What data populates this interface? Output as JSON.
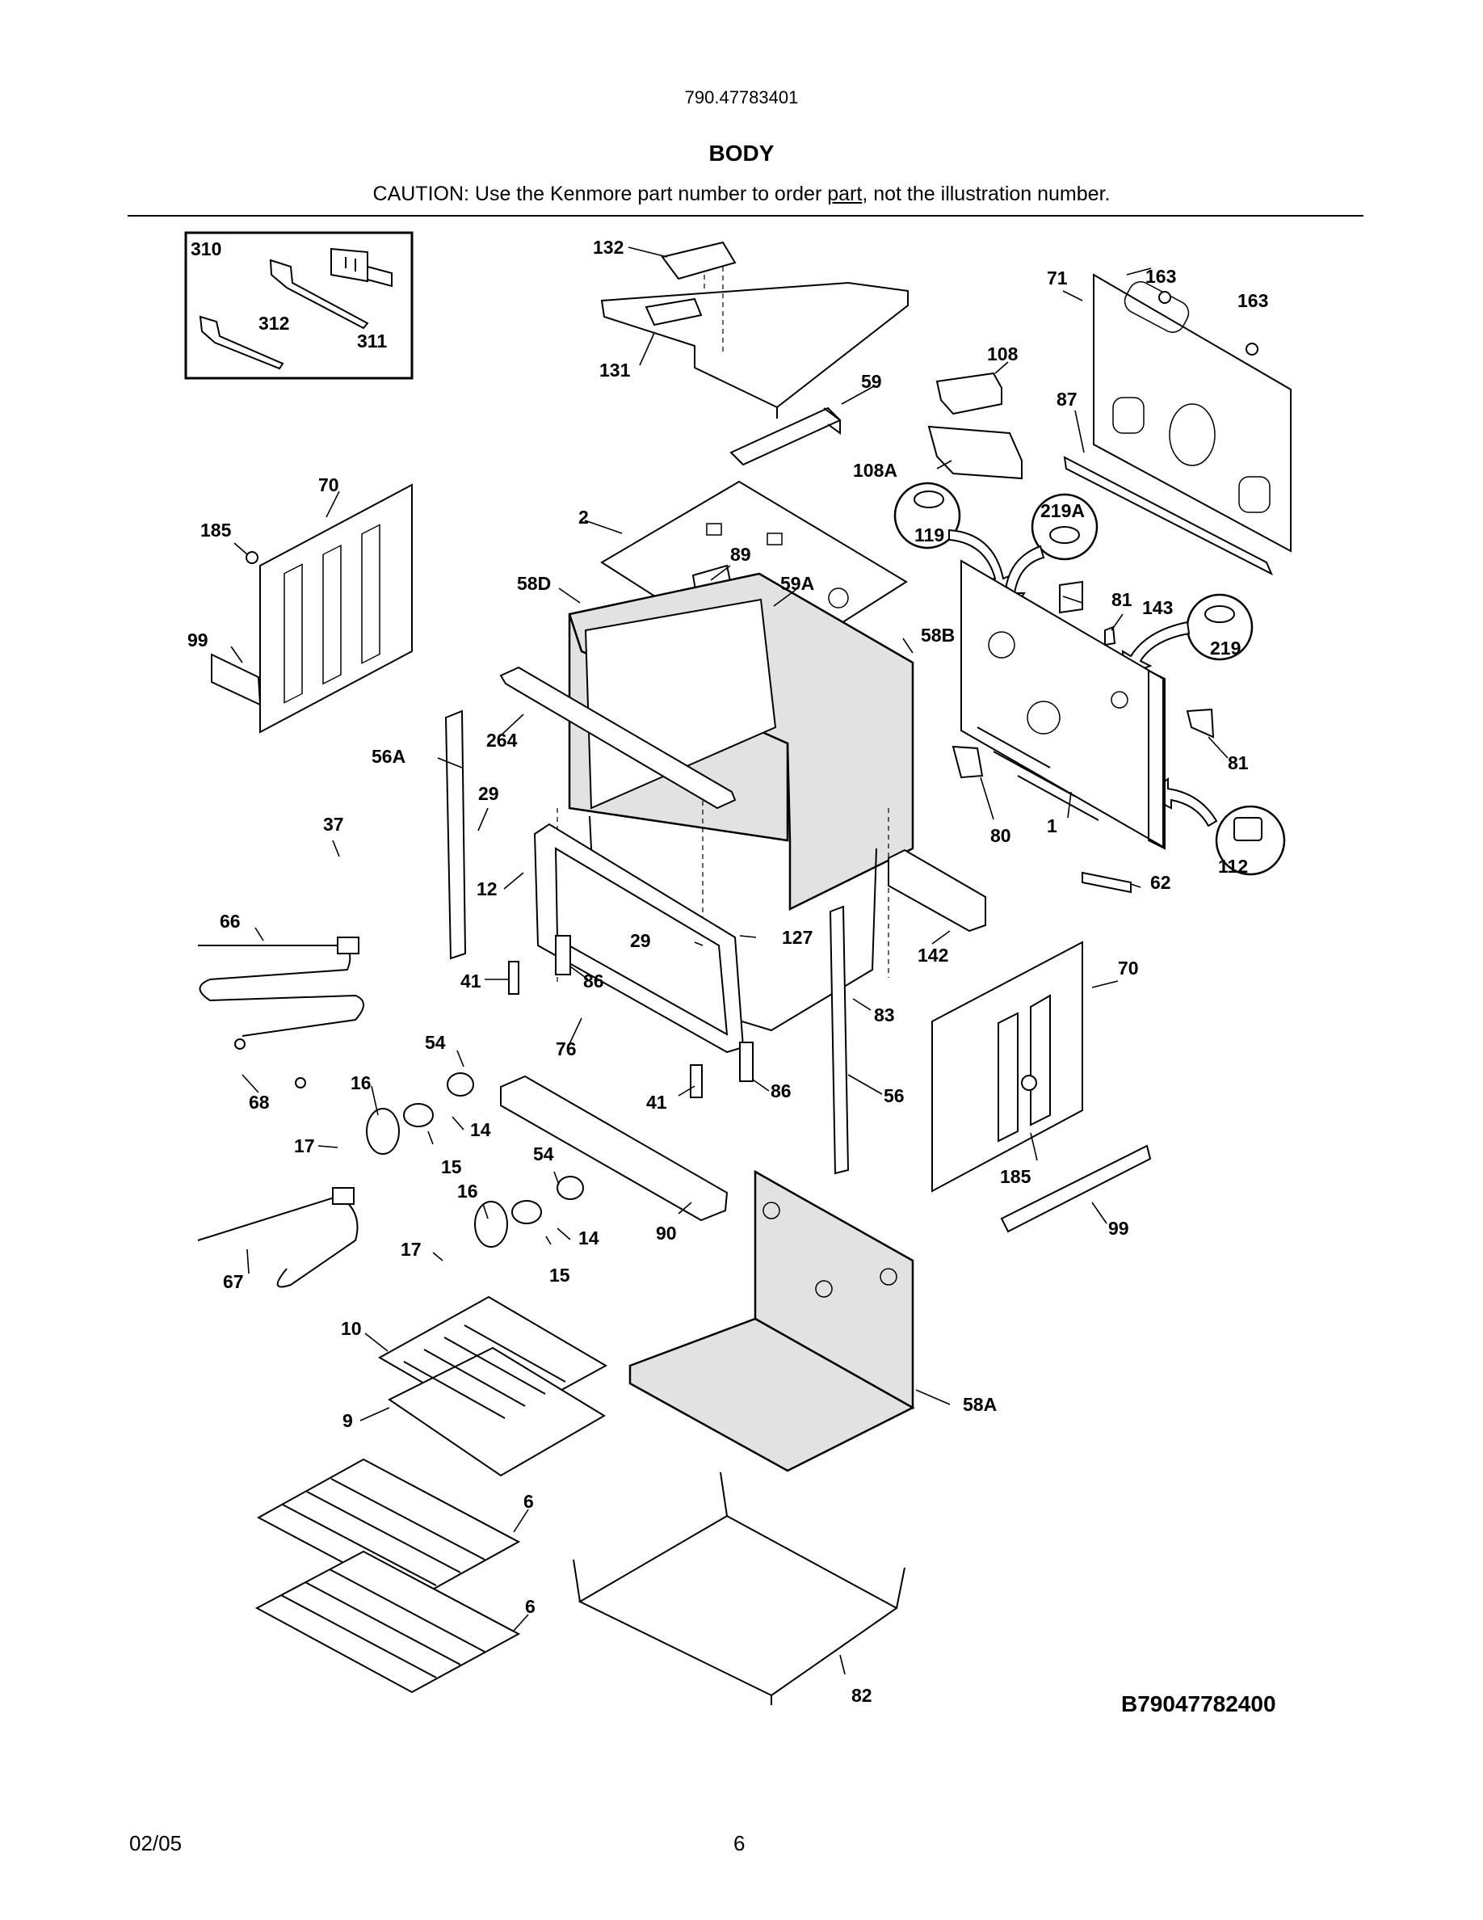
{
  "header": {
    "model_number": "790.47783401",
    "section_title": "BODY",
    "caution_prefix": "CAUTION: Use the Kenmore part number to order ",
    "caution_underlined": "part",
    "caution_suffix": ", not the illustration number."
  },
  "diagram": {
    "drawing_code": "B79047782400",
    "callouts": [
      "310",
      "312",
      "311",
      "132",
      "131",
      "163",
      "163",
      "71",
      "108",
      "59",
      "87",
      "108A",
      "70",
      "185",
      "2",
      "119",
      "219A",
      "89",
      "99",
      "58D",
      "59A",
      "81",
      "143",
      "219",
      "58B",
      "264",
      "56A",
      "81",
      "29",
      "37",
      "80",
      "1",
      "112",
      "12",
      "62",
      "66",
      "29",
      "127",
      "142",
      "70",
      "41",
      "86",
      "83",
      "54",
      "76",
      "16",
      "68",
      "41",
      "86",
      "56",
      "17",
      "14",
      "15",
      "185",
      "54",
      "16",
      "99",
      "14",
      "67",
      "90",
      "17",
      "15",
      "10",
      "58A",
      "9",
      "6",
      "6",
      "82"
    ]
  },
  "footer": {
    "date": "02/05",
    "page_number": "6"
  }
}
